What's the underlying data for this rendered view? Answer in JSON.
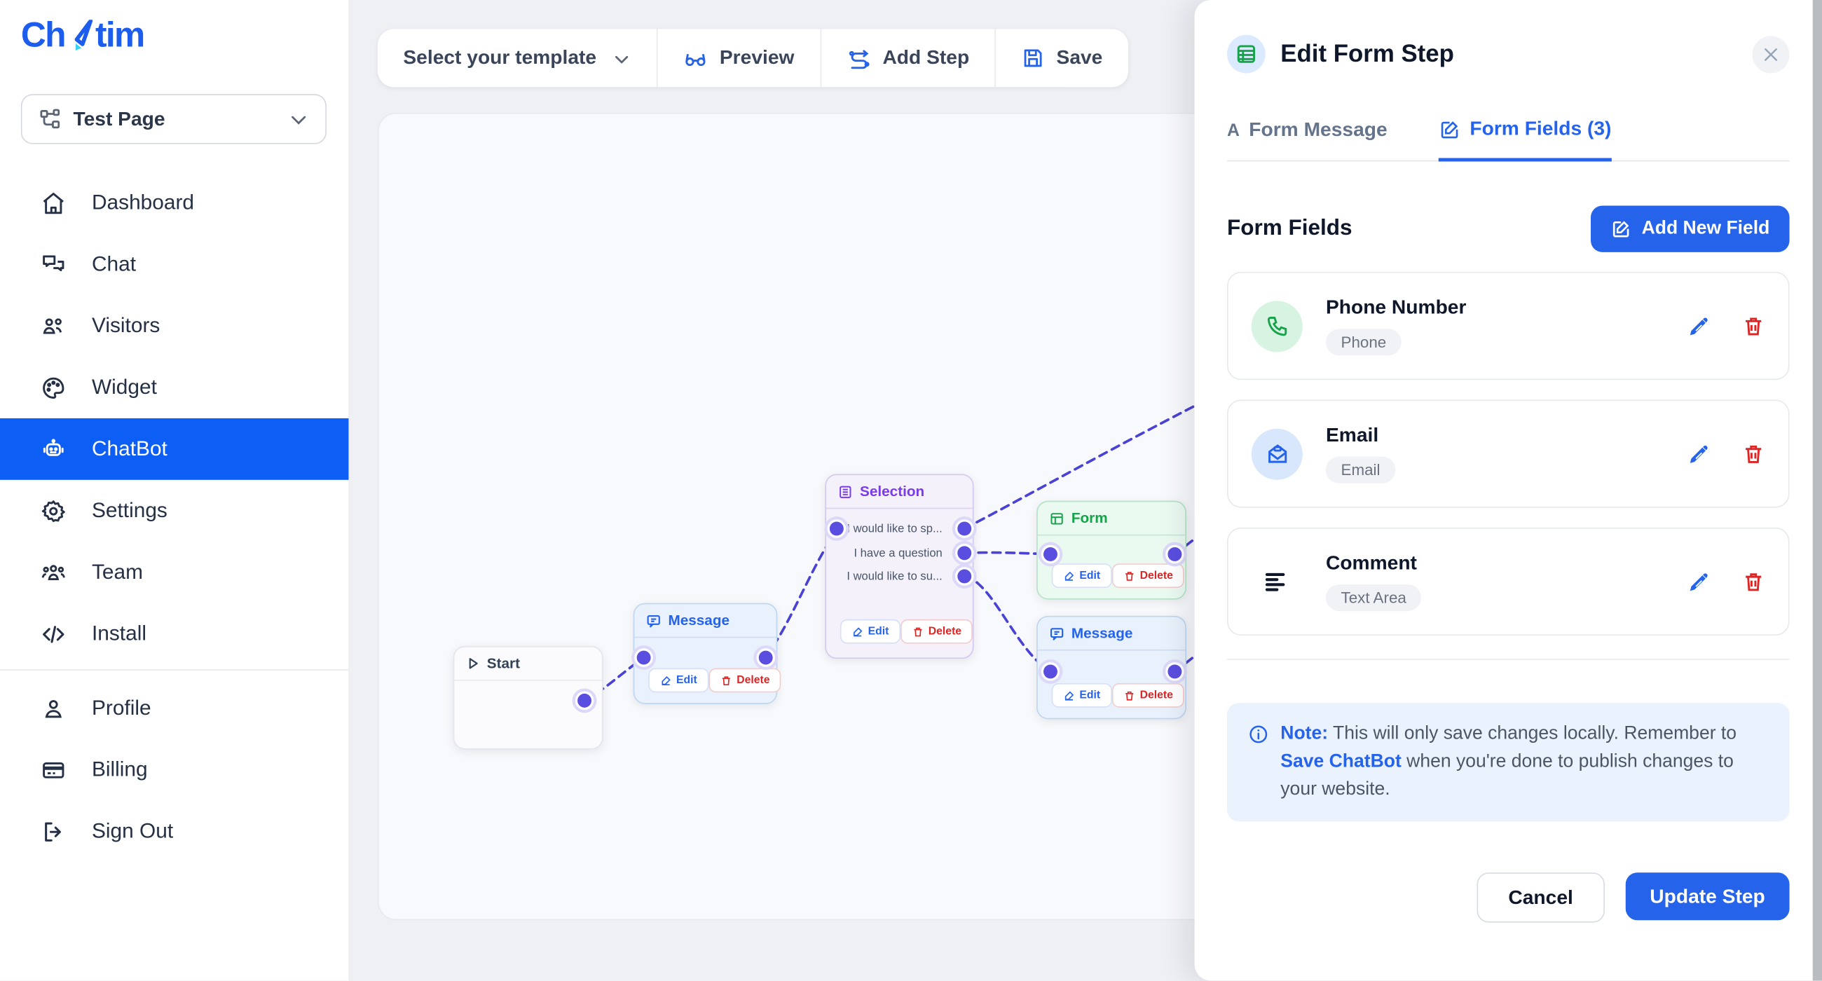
{
  "sidebar": {
    "logo": {
      "prefix": "Ch",
      "suffix": "tim"
    },
    "page_selector": {
      "label": "Test Page",
      "icon": "sitemap-icon"
    },
    "items": [
      {
        "label": "Dashboard",
        "icon": "home",
        "active": false
      },
      {
        "label": "Chat",
        "icon": "chat-bubbles",
        "active": false
      },
      {
        "label": "Visitors",
        "icon": "users",
        "active": false
      },
      {
        "label": "Widget",
        "icon": "palette",
        "active": false
      },
      {
        "label": "ChatBot",
        "icon": "robot",
        "active": true
      },
      {
        "label": "Settings",
        "icon": "gear",
        "active": false
      },
      {
        "label": "Team",
        "icon": "team",
        "active": false
      },
      {
        "label": "Install",
        "icon": "code",
        "active": false
      },
      {
        "label": "Profile",
        "icon": "user",
        "active": false
      },
      {
        "label": "Billing",
        "icon": "credit-card",
        "active": false
      },
      {
        "label": "Sign Out",
        "icon": "sign-out",
        "active": false
      }
    ]
  },
  "toolbar": {
    "template_select": "Select your template",
    "preview": "Preview",
    "add_step": "Add Step",
    "save": "Save"
  },
  "canvas": {
    "node_buttons": {
      "edit": "Edit",
      "delete": "Delete"
    },
    "nodes": {
      "start": {
        "title": "Start"
      },
      "message1": {
        "title": "Message"
      },
      "selection": {
        "title": "Selection",
        "options": [
          "I would like to sp...",
          "I have a question",
          "I would like to su..."
        ]
      },
      "form": {
        "title": "Form"
      },
      "message2": {
        "title": "Message"
      }
    }
  },
  "panel": {
    "title": "Edit Form Step",
    "tabs": [
      {
        "label": "Form Message",
        "icon_glyph": "A"
      },
      {
        "label": "Form Fields (3)"
      }
    ],
    "section_title": "Form Fields",
    "add_button": "Add New Field",
    "fields": [
      {
        "name": "Phone Number",
        "type": "Phone",
        "icon": "phone"
      },
      {
        "name": "Email",
        "type": "Email",
        "icon": "mail"
      },
      {
        "name": "Comment",
        "type": "Text Area",
        "icon": "align-left"
      }
    ],
    "note": {
      "label": "Note:",
      "text_1": " This will only save changes locally. Remember to ",
      "link": "Save ChatBot",
      "text_2": " when you're done to publish changes to your website."
    },
    "cancel": "Cancel",
    "update": "Update Step"
  },
  "colors": {
    "brand_blue": "#1d5ded",
    "nav_active": "#0d5ef5",
    "accent_blue": "#2563eb",
    "danger_red": "#dc2626",
    "success_green": "#16a34a",
    "selection_purple": "#7c3aed",
    "connector_indigo": "#4a42d4",
    "note_bg": "#eaf2fd"
  }
}
